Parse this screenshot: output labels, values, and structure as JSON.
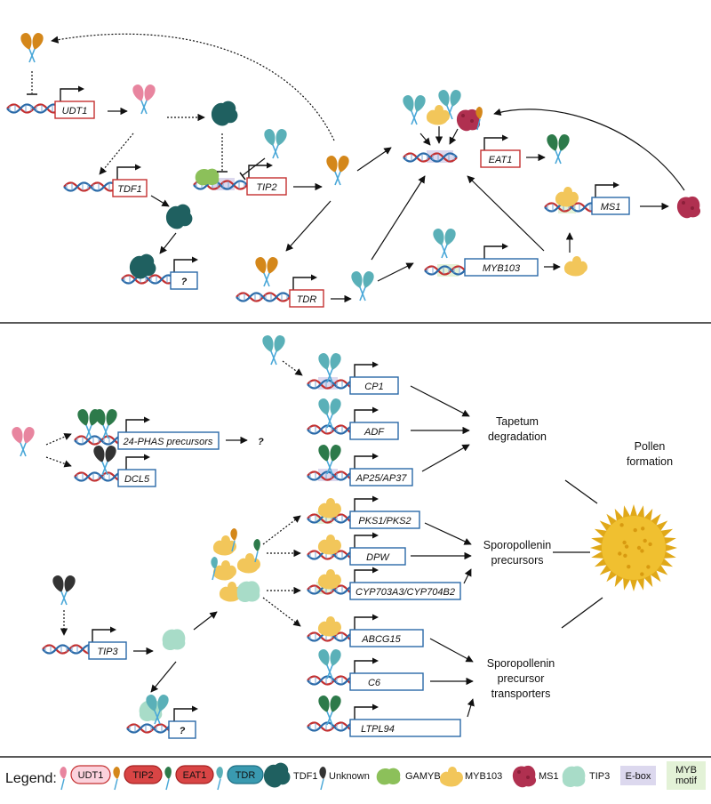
{
  "top_panel": {
    "genes": {
      "udt1": "UDT1",
      "tdf1": "TDF1",
      "tip2": "TIP2",
      "tdr": "TDR",
      "eat1": "EAT1",
      "ms1": "MS1",
      "myb103": "MYB103",
      "unknown_target": "?"
    }
  },
  "bottom_panel": {
    "genes": {
      "phas": "24-PHAS precursors",
      "dcl5": "DCL5",
      "phas_out": "?",
      "tip3": "TIP3",
      "tip3_target": "?",
      "cp1": "CP1",
      "adf": "ADF",
      "ap": "AP25/AP37",
      "pks": "PKS1/PKS2",
      "dpw": "DPW",
      "cyp": "CYP703A3/CYP704B2",
      "abcg15": "ABCG15",
      "c6": "C6",
      "ltpl94": "LTPL94"
    },
    "outcomes": {
      "tapetum_1": "Tapetum",
      "tapetum_2": "degradation",
      "sporo_1": "Sporopollenin",
      "sporo_2": "precursors",
      "trans_1": "Sporopollenin",
      "trans_2": "precursor",
      "trans_3": "transporters",
      "pollen_1": "Pollen",
      "pollen_2": "formation"
    }
  },
  "legend": {
    "title": "Legend:",
    "udt1": "UDT1",
    "tip2": "TIP2",
    "eat1": "EAT1",
    "tdr": "TDR",
    "tdf1": "TDF1",
    "unknown": "Unknown",
    "gamyb": "GAMYB",
    "myb103": "MYB103",
    "ms1": "MS1",
    "tip3": "TIP3",
    "ebox": "E-box",
    "myb_motif_1": "MYB",
    "myb_motif_2": "motif"
  },
  "colors": {
    "udt1": "#e8859f",
    "tip2": "#d4871a",
    "eat1": "#2d7a4a",
    "tdr": "#5ab0b8",
    "tdf1": "#1f6060",
    "unknown": "#333333",
    "gamyb": "#8cc05a",
    "myb103": "#f2c65a",
    "ms1": "#b03050",
    "tip3": "#a8dcc8",
    "red_gene_border": "#c43030",
    "blue_gene_border": "#2a6aa8",
    "ebox": "#dcd8ee",
    "myb_motif": "#e3f2d7"
  }
}
